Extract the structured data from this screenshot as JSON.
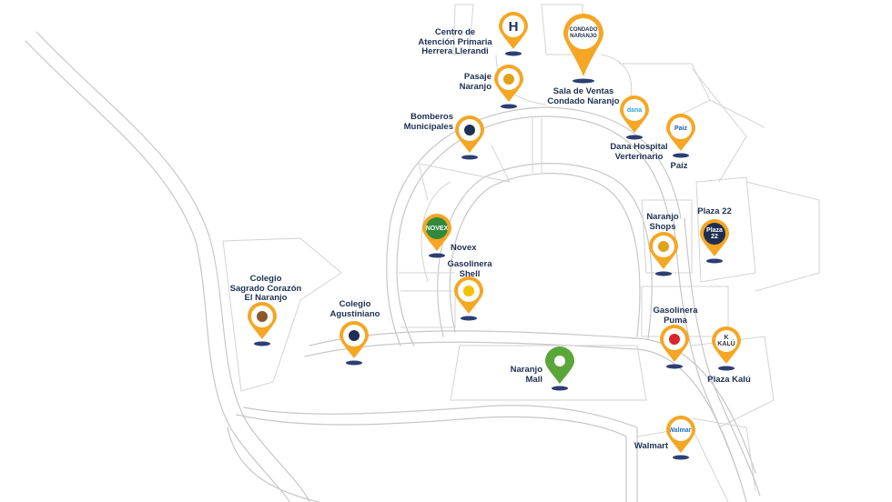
{
  "map": {
    "background": "#ffffff",
    "road_color": "#c7c7c7",
    "marker_color": "#f5a623",
    "marker_dark_color": "#e68a10",
    "label_color": "#1f2f52",
    "base_dot_color": "#2c3e73"
  },
  "pois": {
    "centro_atencion": {
      "label": "Centro de\nAtención Primaria\nHerrera Llerandi",
      "logo_text": "H",
      "logo_color": "#1f2f52",
      "icon": "hospital-h-icon",
      "marker_color": "#f5a623"
    },
    "sala_ventas": {
      "label": "Sala de Ventas\nCondado Naranjo",
      "logo_text": "CONDADO\nNARANJO",
      "logo_color": "#1f2f52",
      "icon": "condado-naranjo-logo",
      "marker_color": "#f5a623"
    },
    "pasaje_naranjo": {
      "label": "Pasaje\nNaranjo",
      "logo_text": "",
      "logo_color": "#e0a21b",
      "icon": "tree-logo-icon",
      "marker_color": "#f5a623"
    },
    "bomberos": {
      "label": "Bomberos\nMunicipales",
      "logo_text": "",
      "logo_color": "#1f2f52",
      "icon": "firefighters-badge-icon",
      "marker_color": "#f5a623"
    },
    "dana_hospital": {
      "label": "Dana Hospital\nVerterinario",
      "logo_text": "dana",
      "logo_color": "#2ea6d8",
      "icon": "dana-logo",
      "marker_color": "#f5a623"
    },
    "paiz": {
      "label": "Paíz",
      "logo_text": "Paiz",
      "logo_color": "#1e5aa8",
      "icon": "paiz-logo",
      "marker_color": "#f5a623"
    },
    "naranjo_shops": {
      "label": "Naranjo\nShops",
      "logo_text": "",
      "logo_color": "#e0a21b",
      "icon": "shops-grid-icon",
      "marker_color": "#f5a623"
    },
    "plaza_22": {
      "label": "Plaza 22",
      "logo_text": "Plaza\n22",
      "logo_color": "#ffffff",
      "logo_bg": "#1f2f52",
      "icon": "plaza-22-logo",
      "marker_color": "#f5a623"
    },
    "novex": {
      "label": "Novex",
      "logo_text": "NOVEX",
      "logo_color": "#ffffff",
      "logo_bg": "#2f8a3b",
      "icon": "novex-logo",
      "marker_color": "#f5a623"
    },
    "gasolinera_shell": {
      "label": "Gasolinera\nShell",
      "logo_text": "",
      "logo_color": "#f2c200",
      "icon": "shell-logo-icon",
      "marker_color": "#f5a623"
    },
    "colegio_sagrado": {
      "label": "Colegio\nSagrado Corazón\nEl Naranjo",
      "logo_text": "",
      "logo_color": "#8a5a2b",
      "icon": "school-crest-icon",
      "marker_color": "#f5a623"
    },
    "colegio_agustiniano": {
      "label": "Colegio\nAgustiniano",
      "logo_text": "",
      "logo_color": "#1f2f52",
      "icon": "agustiniano-logo-icon",
      "marker_color": "#f5a623"
    },
    "gasolinera_puma": {
      "label": "Gasolinera\nPuma",
      "logo_text": "",
      "logo_color": "#d8262c",
      "icon": "puma-logo-icon",
      "marker_color": "#f5a623"
    },
    "plaza_kalu": {
      "label": "Plaza Kalú",
      "logo_text": "K\nKALÚ",
      "logo_color": "#333333",
      "icon": "kalu-logo",
      "marker_color": "#f5a623"
    },
    "naranjo_mall": {
      "label": "Naranjo\nMall",
      "logo_text": "",
      "logo_color": "#ffffff",
      "icon": "naranjo-mall-logo",
      "marker_color": "#5aa63a"
    },
    "walmart": {
      "label": "Walmart",
      "logo_text": "Walmart",
      "logo_color": "#1f6fc1",
      "icon": "walmart-logo",
      "marker_color": "#f5a623"
    }
  }
}
